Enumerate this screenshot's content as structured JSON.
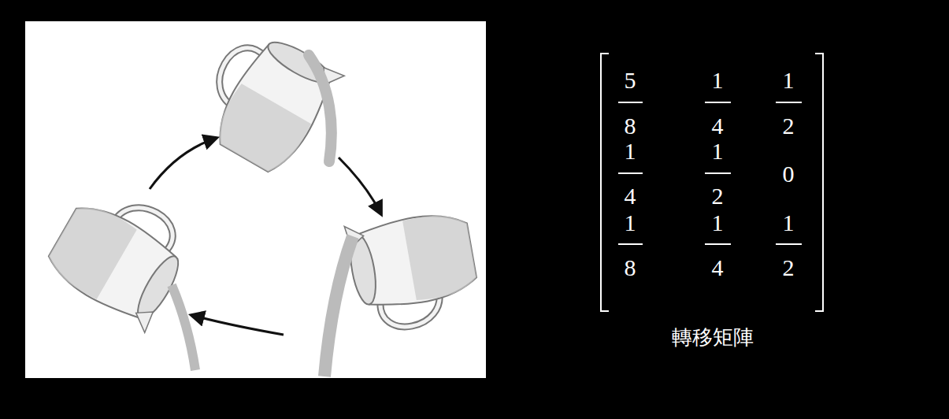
{
  "diagram": {
    "labels": [
      "5",
      "8",
      "1",
      "4",
      "1",
      "2",
      "1",
      "4",
      "1",
      "2",
      "0",
      "1",
      "8",
      "1",
      "4",
      "1",
      "2",
      "轉移矩陣"
    ]
  }
}
